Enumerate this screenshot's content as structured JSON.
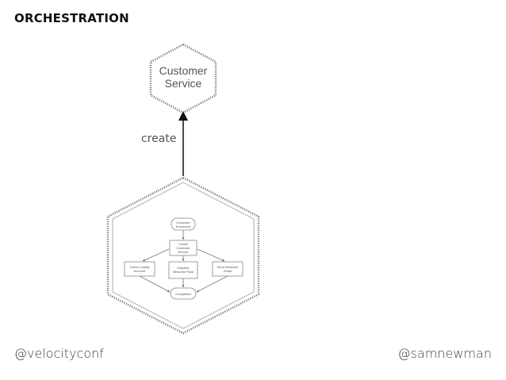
{
  "slide": {
    "title": "ORCHESTRATION"
  },
  "footer": {
    "left_handle": "@velocityconf",
    "right_handle": "@samnewman"
  },
  "diagram": {
    "service": {
      "label_line1": "Customer",
      "label_line2": "Service"
    },
    "edge_label": "create",
    "workflow": {
      "nodes": {
        "customer_enrolment": [
          "Customer",
          "Enrolment"
        ],
        "create_customer_record": [
          "Create",
          "Customer",
          "Record"
        ],
        "check_loyalty_account": [
          "Check Loyalty",
          "Account"
        ],
        "dispatch_welcome_pack": [
          "Dispatch",
          "Welcome Pack"
        ],
        "send_welcome_email": [
          "Send Welcome",
          "Email"
        ],
        "completed": [
          "Completed"
        ]
      }
    }
  }
}
